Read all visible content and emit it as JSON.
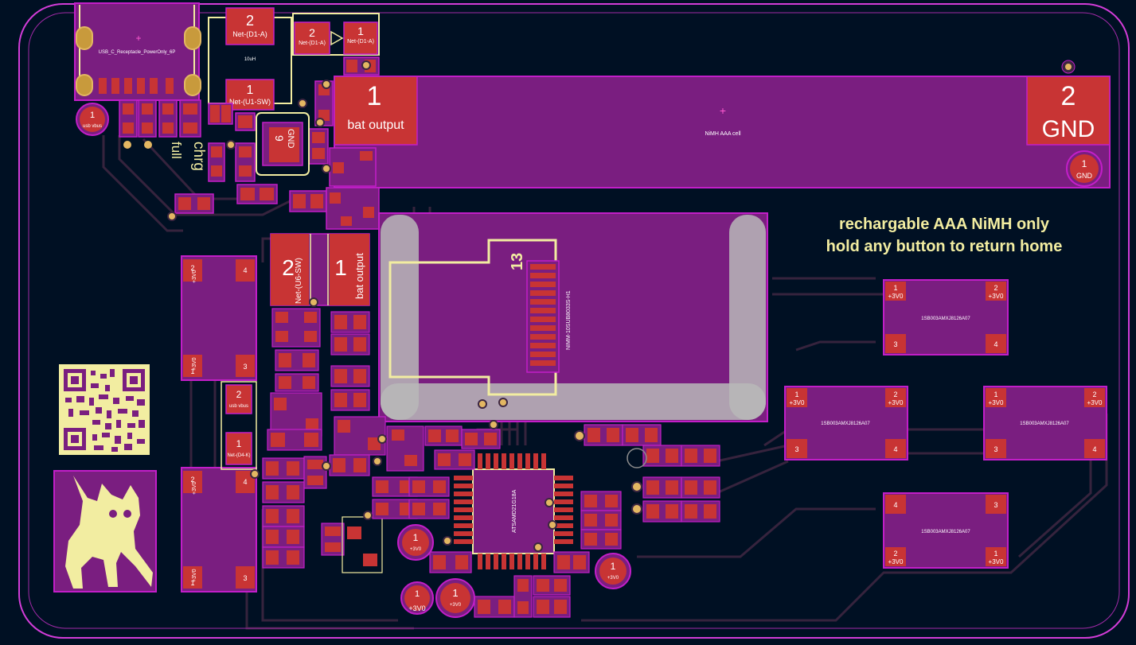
{
  "colors": {
    "background": "#001023",
    "edge_cuts": "#d23cd8",
    "pad_red": "#c83434",
    "courtyard": "#c21ec8",
    "fill_purple": "#7a1e80",
    "silkscreen": "#f2eda1",
    "trace": "#3a1f3c",
    "keepout_gray": "#b8b8b8",
    "via_gold": "#e3b762"
  },
  "board": {
    "notice_line1": "rechargable AAA NiMH only",
    "notice_line2": "hold any button to return home",
    "silk_chrg": "chrg",
    "silk_full": "full"
  },
  "battery": {
    "pad1_num": "1",
    "pad1_label": "bat output",
    "pad2_num": "2",
    "pad2_label": "GND",
    "ref": "NiMH AAA cell",
    "test_point_num": "1",
    "test_point_label": "GND"
  },
  "usb": {
    "ref": "USB_C_Receptacle_PowerOnly_6P",
    "test_point_num": "1",
    "test_point_label": "usb vbus"
  },
  "inductor": {
    "pad_top_num": "2",
    "pad_top_net": "Net-(D1-A)",
    "pad_bottom_num": "1",
    "pad_bottom_net": "Net-(U1-SW)",
    "ref": "10uH"
  },
  "diode": {
    "pad2_num": "2",
    "pad2_net": "Net-(D1-A)",
    "pad1_num": "1",
    "pad1_net": "Net-(D1-A)"
  },
  "regulator_ic": {
    "pad_num": "9",
    "pad_label": "GND"
  },
  "inductor2": {
    "pad2_num": "2",
    "pad2_net": "Net-(U6-SW)",
    "pad1_num": "1",
    "pad1_net": "bat output"
  },
  "sd_card": {
    "pin_marker": "13",
    "ref": "NIMM-10SUB8033S-H1"
  },
  "buttons": [
    {
      "pad_tl": "1",
      "pad_tr": "2",
      "pad_bl": "3",
      "pad_br": "4",
      "net_tl": "+3V0",
      "net_tr": "+3V0",
      "ref": "1SB003AMXJ8126A07"
    },
    {
      "pad_tl": "1",
      "pad_tr": "2",
      "pad_bl": "3",
      "pad_br": "4",
      "net_tl": "+3V0",
      "net_tr": "+3V0",
      "ref": "1SB003AMXJ8126A07"
    },
    {
      "pad_tl": "1",
      "pad_tr": "2",
      "pad_bl": "3",
      "pad_br": "4",
      "net_tl": "+3V0",
      "net_tr": "+3V0",
      "ref": "1SB003AMXJ8126A07"
    },
    {
      "pad_tl": "4",
      "pad_tr": "3",
      "pad_bl": "2",
      "pad_br": "1",
      "net_bl": "+3V0",
      "net_br": "+3V0",
      "ref": "1SB003AMXJ8126A07"
    }
  ],
  "left_buttons": [
    {
      "p1": "2",
      "p2": "4",
      "p3": "1",
      "p4": "3",
      "net1": "+3V0",
      "net3": "+3V0"
    },
    {
      "p1": "2",
      "p2": "4",
      "p3": "1",
      "p4": "3",
      "net1": "+3V0",
      "net3": "+3V0"
    }
  ],
  "test_points": [
    {
      "num": "1",
      "label": "usb vbus"
    },
    {
      "num": "1",
      "label": "+3V0"
    },
    {
      "num": "1",
      "label": "+3V0"
    },
    {
      "num": "1",
      "label": "+3V0"
    },
    {
      "num": "1",
      "label": "+3V0"
    }
  ],
  "mcu": {
    "ref": "ATSAMD21G18A"
  },
  "small_diode": {
    "pad2_num": "2",
    "pad2_net": "usb vbus",
    "pad1_num": "1",
    "pad1_net": "Net-(D4-K)"
  }
}
